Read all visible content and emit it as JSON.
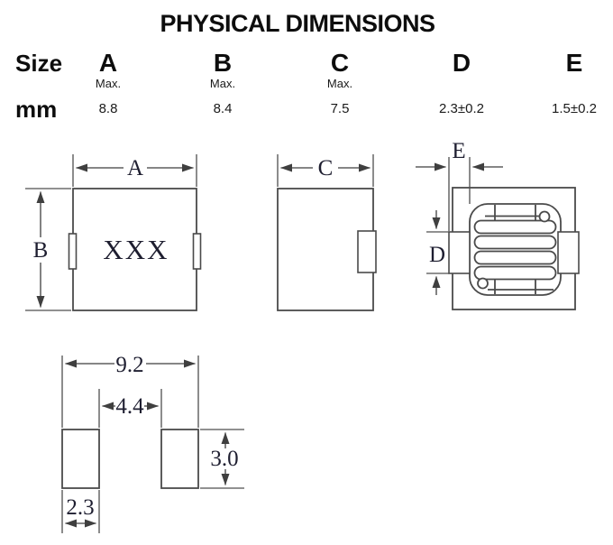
{
  "title": "PHYSICAL DIMENSIONS",
  "table": {
    "size_label": "Size",
    "unit_label": "mm",
    "columns": [
      {
        "letter": "A",
        "qualifier": "Max.",
        "value": "8.8"
      },
      {
        "letter": "B",
        "qualifier": "Max.",
        "value": "8.4"
      },
      {
        "letter": "C",
        "qualifier": "Max.",
        "value": "7.5"
      },
      {
        "letter": "D",
        "qualifier": "",
        "value": "2.3±0.2"
      },
      {
        "letter": "E",
        "qualifier": "",
        "value": "1.5±0.2"
      }
    ]
  },
  "drawings": {
    "front_view": {
      "width_dim": "A",
      "height_dim": "B",
      "marking": "XXX"
    },
    "side_view": {
      "depth_dim": "C"
    },
    "bottom_view": {
      "electrode_width_dim": "E",
      "electrode_height_dim": "D"
    },
    "land_pattern": {
      "overall_width": "9.2",
      "pad_gap": "4.4",
      "pad_height": "3.0",
      "pad_width": "2.3"
    }
  },
  "colors": {
    "line": "#4a4a4a",
    "text": "#111111",
    "dim_label": "#1e1e30",
    "background": "#ffffff"
  }
}
